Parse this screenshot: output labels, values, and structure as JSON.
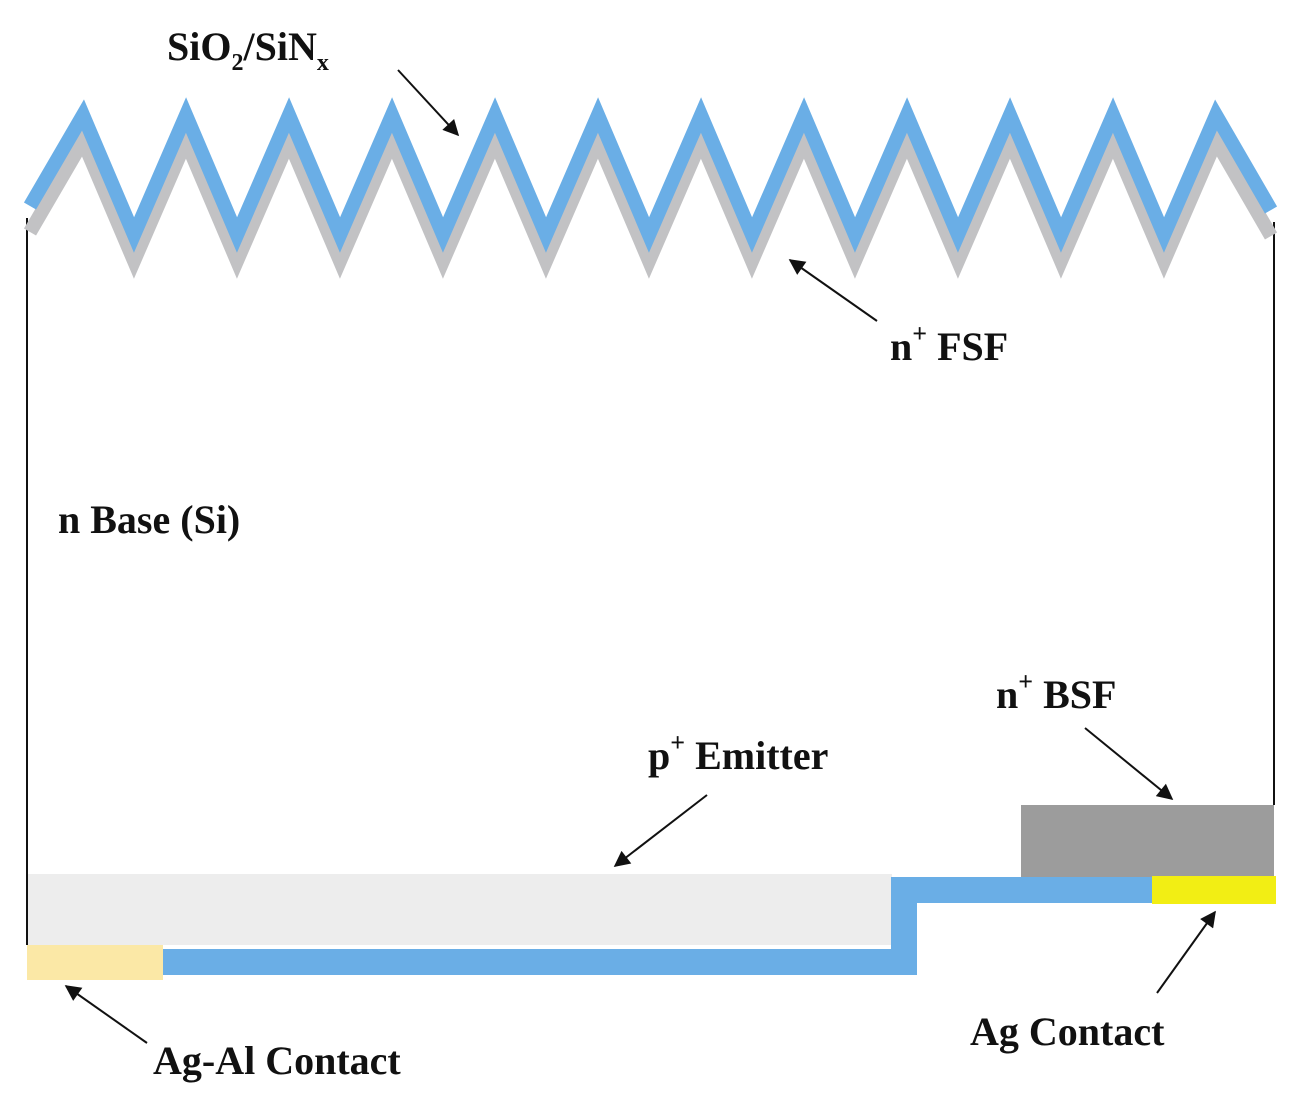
{
  "labels": {
    "coating_main_a": "SiO",
    "coating_sub_a": "2",
    "coating_main_b": "/SiN",
    "coating_sub_b": "x",
    "fsf_main": "n",
    "fsf_sup": "+",
    "fsf_rest": " FSF",
    "base": "n Base (Si)",
    "bsf_main": "n",
    "bsf_sup": "+",
    "bsf_rest": " BSF",
    "emitter_main": "p",
    "emitter_sup": "+",
    "emitter_rest": " Emitter",
    "ag_al_contact": "Ag-Al Contact",
    "ag_contact": "Ag Contact"
  },
  "colors": {
    "passivation_blue": "#6aaee6",
    "fsf_gray": "#c2c2c4",
    "emitter_light_gray": "#ededed",
    "bsf_gray": "#9c9c9c",
    "ag_al_contact": "#fbe8a6",
    "ag_contact": "#f2ee14",
    "outline": "#111111"
  }
}
